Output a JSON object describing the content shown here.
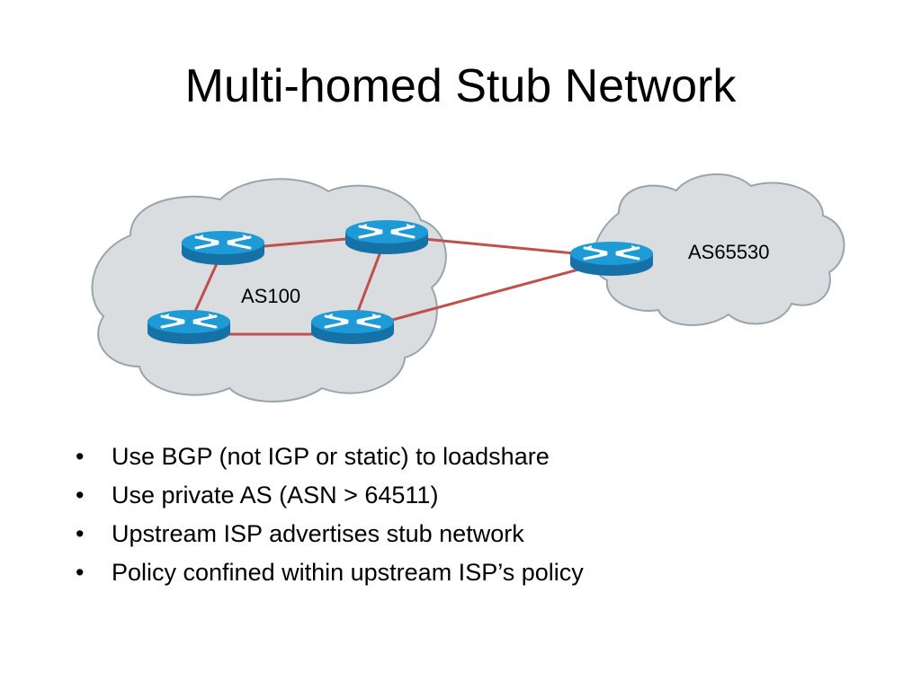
{
  "slide": {
    "title": "Multi-homed Stub Network"
  },
  "diagram": {
    "clouds": [
      {
        "id": "as100",
        "label": "AS100"
      },
      {
        "id": "as65530",
        "label": "AS65530"
      }
    ],
    "routers": [
      {
        "id": "r1",
        "cloud": "as100",
        "icon": "router-icon"
      },
      {
        "id": "r2",
        "cloud": "as100",
        "icon": "router-icon"
      },
      {
        "id": "r3",
        "cloud": "as100",
        "icon": "router-icon"
      },
      {
        "id": "r4",
        "cloud": "as100",
        "icon": "router-icon"
      },
      {
        "id": "r5",
        "cloud": "as65530",
        "icon": "router-icon"
      }
    ],
    "links": [
      [
        "r1",
        "r2"
      ],
      [
        "r1",
        "r3"
      ],
      [
        "r2",
        "r4"
      ],
      [
        "r3",
        "r4"
      ],
      [
        "r2",
        "r5"
      ],
      [
        "r4",
        "r5"
      ]
    ],
    "colors": {
      "cloud_fill": "#d9dde0",
      "cloud_stroke": "#9aa5ab",
      "link": "#c0504d",
      "router_top": "#1e9bd6",
      "router_side": "#1672a6"
    }
  },
  "bullets": [
    {
      "marker": "•",
      "text": "Use BGP (not IGP or static) to loadshare"
    },
    {
      "marker": "•",
      "text": "Use private AS (ASN > 64511)"
    },
    {
      "marker": "•",
      "text": "Upstream ISP advertises stub network"
    },
    {
      "marker": "•",
      "text": "Policy confined within upstream ISP’s policy"
    }
  ]
}
